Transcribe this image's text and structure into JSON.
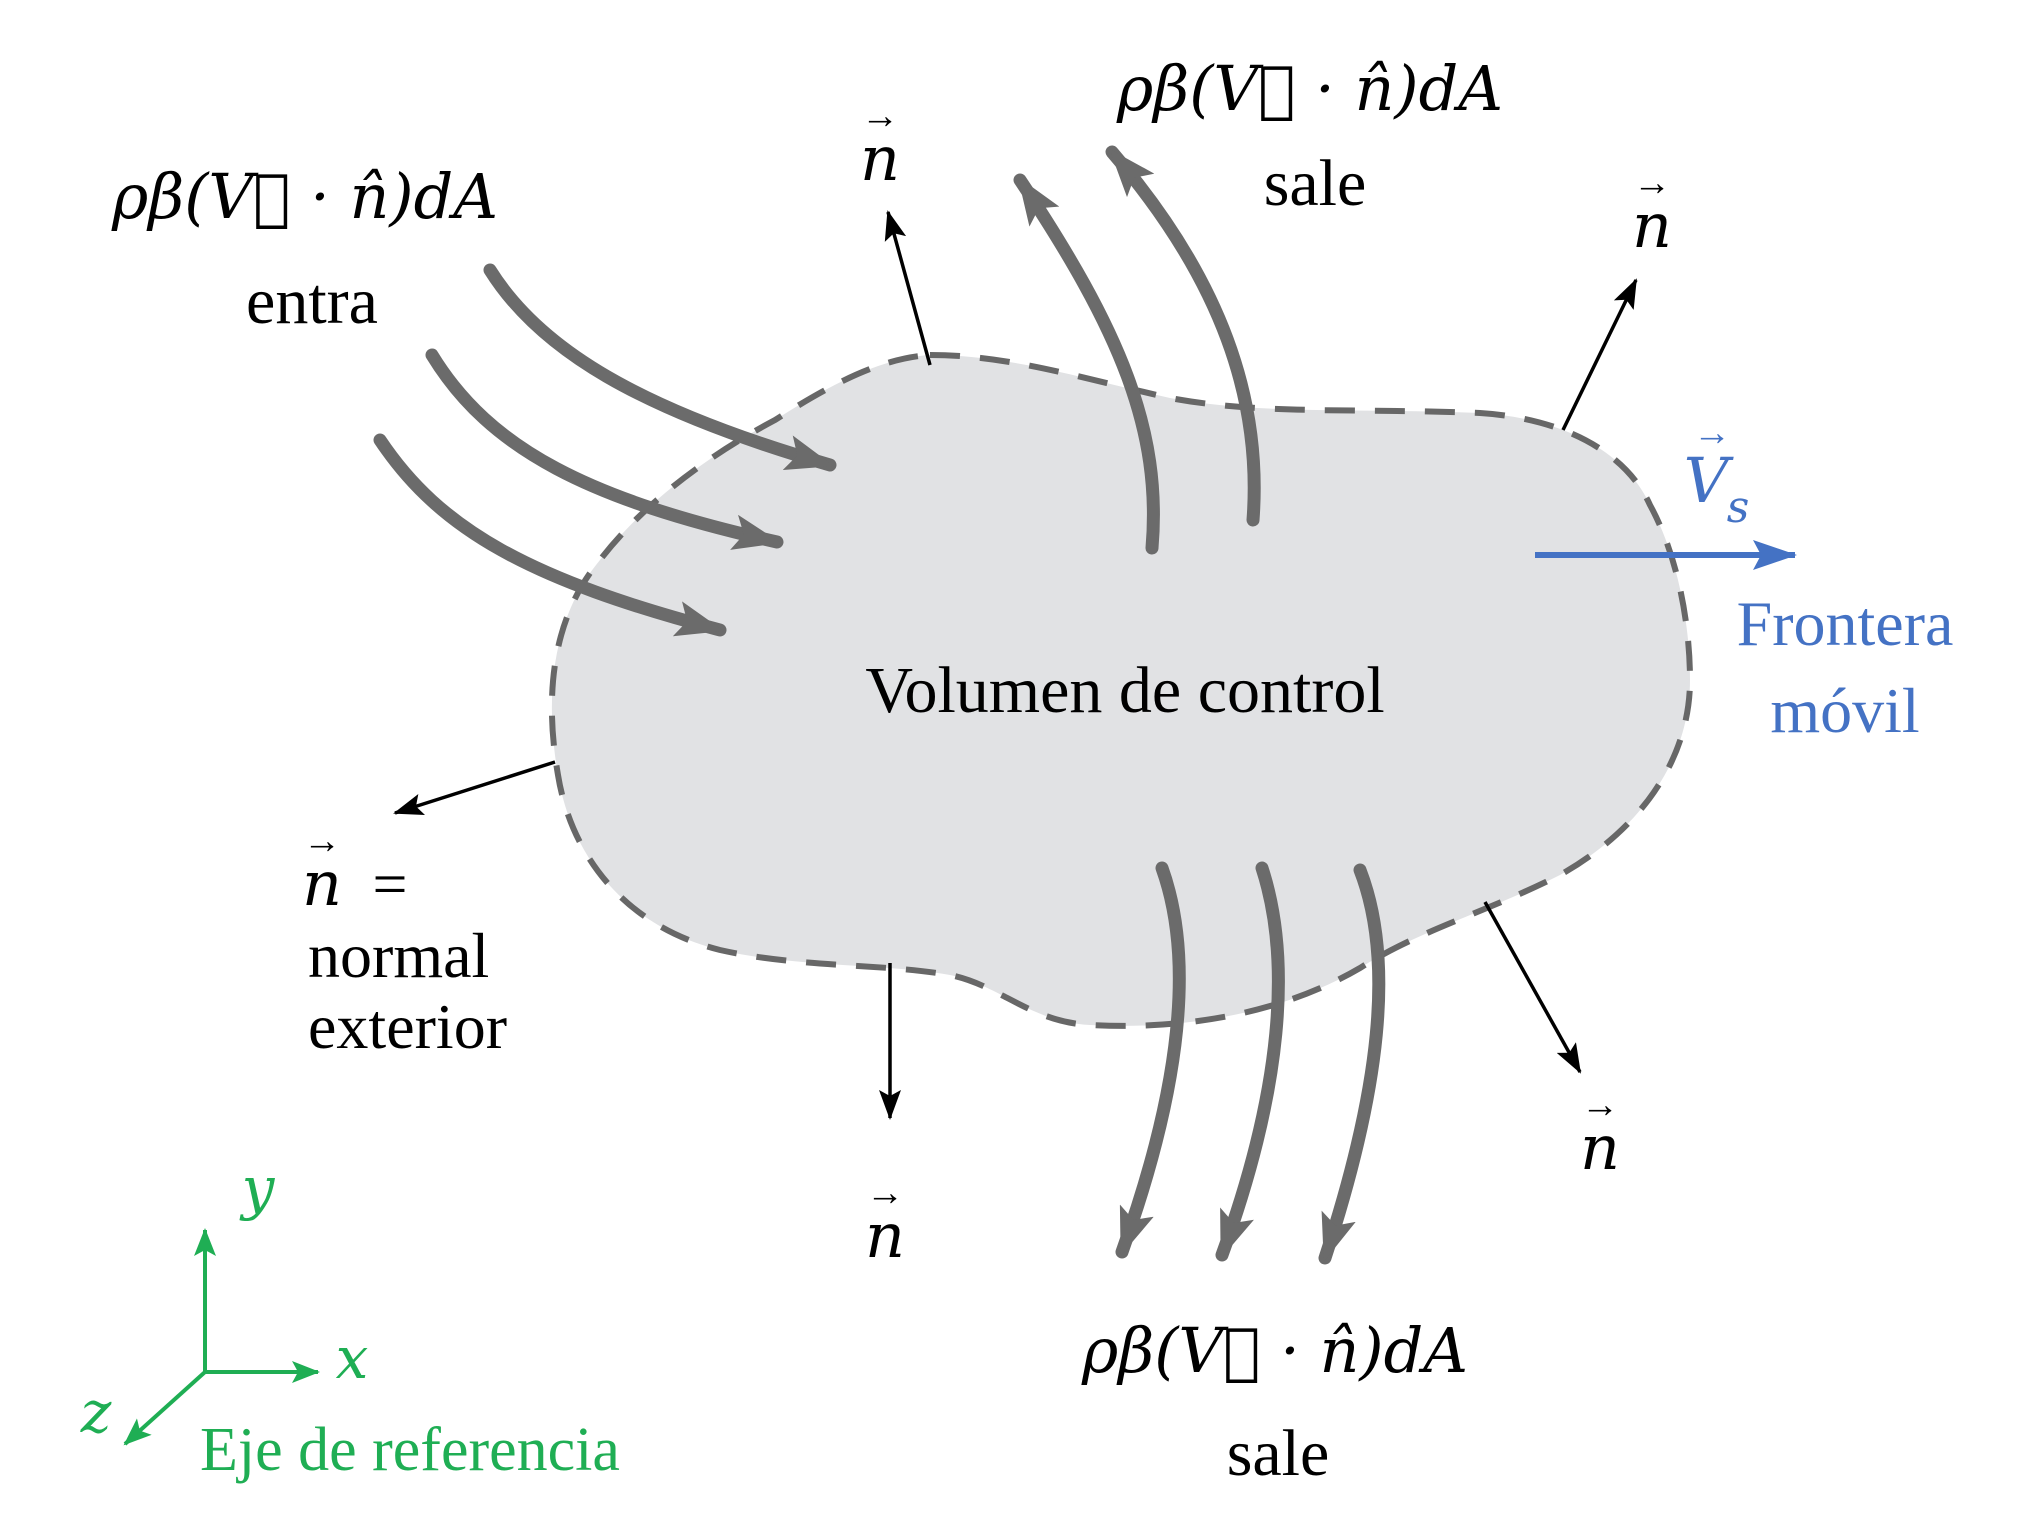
{
  "colors": {
    "volume_fill": "#e1e2e4",
    "volume_border": "#676767",
    "flow_arrow": "#6b6b6b",
    "normal_arrow": "#000000",
    "boundary_velocity": "#4472c4",
    "reference_axes": "#1fae54",
    "text": "#000000"
  },
  "control_volume": {
    "label": "Volumen de control"
  },
  "flux": {
    "expression": "ρβ(V⃗ · n̂)dA",
    "inflow_left": {
      "caption": "entra"
    },
    "outflow_top": {
      "caption": "sale"
    },
    "outflow_bottom": {
      "caption": "sale"
    }
  },
  "normals": {
    "symbol": "n",
    "vector_mark": "→",
    "definition": {
      "equals": "=",
      "line1": "normal",
      "line2": "exterior"
    }
  },
  "boundary_velocity": {
    "symbol": "V",
    "subscript": "s",
    "vector_mark": "→",
    "caption_line1": "Frontera",
    "caption_line2": "móvil"
  },
  "reference_frame": {
    "x_label": "x",
    "y_label": "y",
    "z_label": "z",
    "caption": "Eje de referencia"
  }
}
